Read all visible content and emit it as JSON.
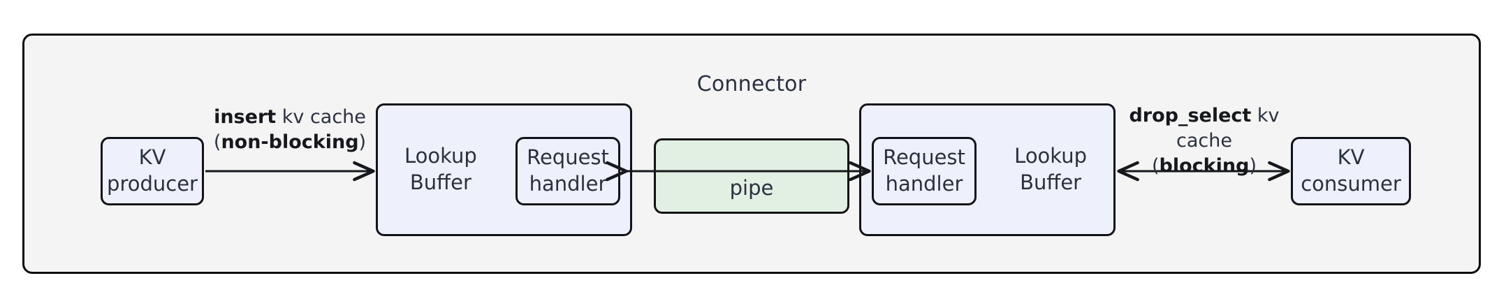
{
  "diagram": {
    "type": "block-diagram",
    "container": {
      "title": "Connector",
      "fill": "#f4f4f4",
      "stroke": "#0d0d0d"
    },
    "colors": {
      "node_fill": "#eef1fb",
      "pipe_fill": "#e2f0e4",
      "stroke": "#111318",
      "text": "#2b3040",
      "page_background": "#ffffff"
    },
    "nodes": {
      "kv_producer": {
        "line1": "KV",
        "line2": "producer"
      },
      "lookup_buffer_left": {
        "line1": "Lookup",
        "line2": "Buffer"
      },
      "request_handler_left": {
        "line1": "Request",
        "line2": "handler"
      },
      "pipe": {
        "label": "pipe"
      },
      "request_handler_right": {
        "line1": "Request",
        "line2": "handler"
      },
      "lookup_buffer_right": {
        "line1": "Lookup",
        "line2": "Buffer"
      },
      "kv_consumer": {
        "line1": "KV",
        "line2": "consumer"
      }
    },
    "edges": {
      "insert": {
        "api": "insert",
        "rest": " kv cache",
        "open_paren": "(",
        "mode": "non-blocking",
        "close_paren": ")",
        "direction": "right"
      },
      "pipe_left": {
        "direction": "left"
      },
      "pipe_right": {
        "direction": "right"
      },
      "drop_select": {
        "api": "drop_select",
        "rest": " kv cache",
        "open_paren": "(",
        "mode": "blocking",
        "close_paren": ")",
        "direction": "bidirectional"
      }
    }
  }
}
